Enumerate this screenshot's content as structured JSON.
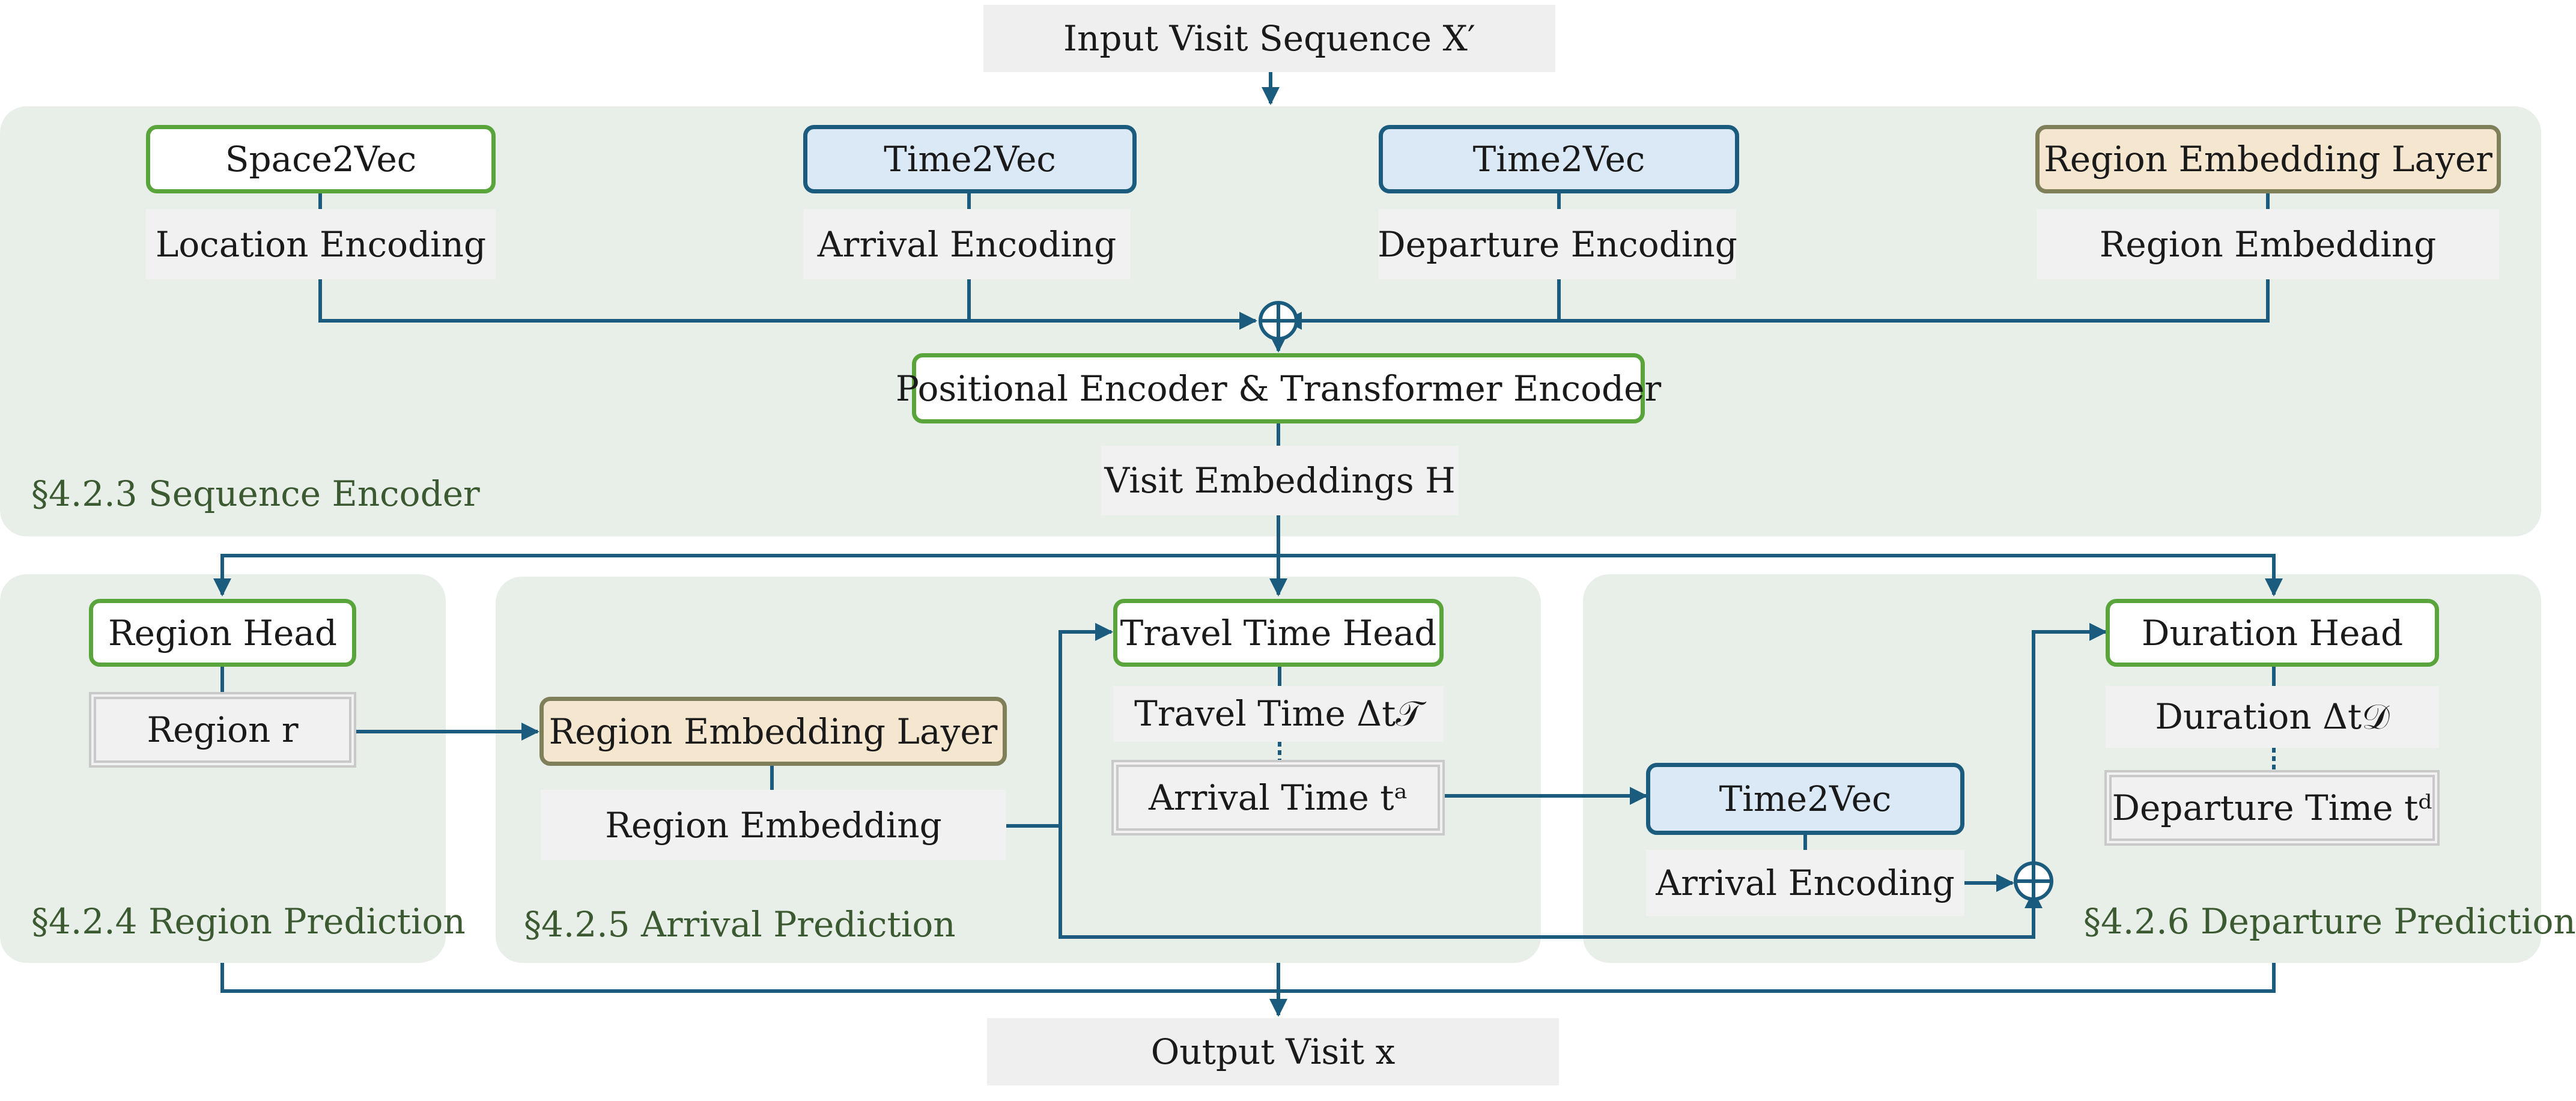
{
  "input": {
    "label": "Input Visit Sequence X′"
  },
  "output": {
    "label": "Output Visit x"
  },
  "panels": {
    "sequence_encoder": "§4.2.3 Sequence Encoder",
    "region_prediction": "§4.2.4 Region Prediction",
    "arrival_prediction": "§4.2.5 Arrival Prediction",
    "departure_prediction": "§4.2.6 Departure Prediction"
  },
  "encoder": {
    "space2vec": "Space2Vec",
    "location_encoding": "Location Encoding",
    "time2vec_arrival": "Time2Vec",
    "arrival_encoding": "Arrival Encoding",
    "time2vec_departure": "Time2Vec",
    "departure_encoding": "Departure Encoding",
    "region_embedding_layer": "Region Embedding Layer",
    "region_embedding": "Region Embedding",
    "transformer": "Positional Encoder & Transformer Encoder",
    "visit_embeddings": "Visit Embeddings H"
  },
  "region": {
    "head": "Region Head",
    "output": "Region r"
  },
  "arrival": {
    "region_embedding_layer": "Region Embedding Layer",
    "region_embedding": "Region Embedding",
    "head": "Travel Time Head",
    "travel_time": "Travel Time Δt𝒯",
    "arrival_time": "Arrival Time tᵃ"
  },
  "departure": {
    "time2vec": "Time2Vec",
    "arrival_encoding": "Arrival Encoding",
    "head": "Duration Head",
    "duration": "Duration Δt𝒟",
    "departure_time": "Departure Time tᵈ"
  },
  "colors": {
    "panel": "#e8efe9",
    "wire": "#1b5b7d",
    "green_border": "#5aa43c",
    "blue_fill": "#dbe9f6",
    "tan_fill": "#f5e6cf"
  }
}
